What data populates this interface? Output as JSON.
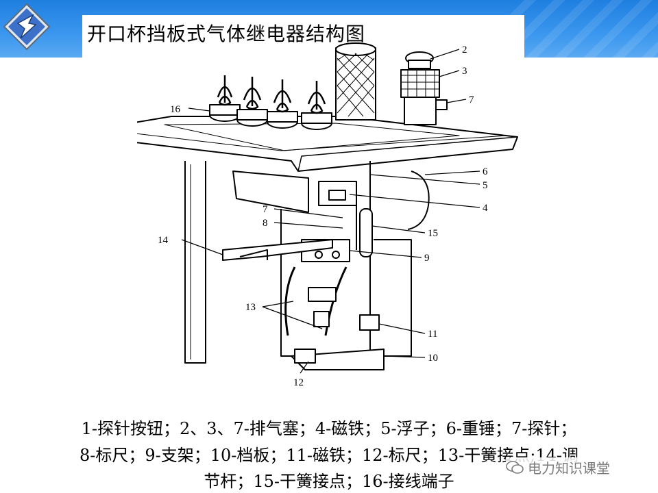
{
  "header": {
    "title": "开口杯挡板式气体继电器结构图"
  },
  "figure": {
    "callouts": [
      "16",
      "2",
      "3",
      "7",
      "6",
      "5",
      "4",
      "7",
      "8",
      "15",
      "14",
      "9",
      "13",
      "11",
      "10",
      "12"
    ]
  },
  "caption": {
    "line1": "1-探针按钮；2、3、7-排气塞；4-磁铁；5-浮子；6-重锤；7-探针；",
    "line2": "8-标尺；9-支架；10-档板；11-磁铁；12-标尺；13-干簧接点;14-调",
    "line3": "节杆；15-干簧接点；16-接线端子"
  },
  "watermark": {
    "text": "电力知识课堂"
  },
  "colors": {
    "band_top": "#1f7fe0",
    "band_bottom": "#5aa9f2"
  },
  "icons": {
    "logo": "lightning-s-logo-icon",
    "watermark": "chat-bubble-icon"
  }
}
